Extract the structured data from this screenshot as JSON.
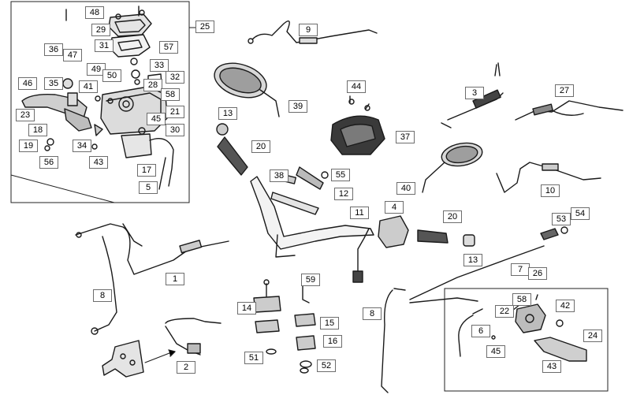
{
  "diagram": {
    "labels": [
      {
        "id": "48",
        "text": "48"
      },
      {
        "id": "29",
        "text": "29"
      },
      {
        "id": "25",
        "text": "25"
      },
      {
        "id": "31",
        "text": "31"
      },
      {
        "id": "57",
        "text": "57"
      },
      {
        "id": "36",
        "text": "36"
      },
      {
        "id": "47",
        "text": "47"
      },
      {
        "id": "33",
        "text": "33"
      },
      {
        "id": "49",
        "text": "49"
      },
      {
        "id": "50",
        "text": "50"
      },
      {
        "id": "32",
        "text": "32"
      },
      {
        "id": "35",
        "text": "35"
      },
      {
        "id": "46",
        "text": "46"
      },
      {
        "id": "41",
        "text": "41"
      },
      {
        "id": "28",
        "text": "28"
      },
      {
        "id": "58a",
        "text": "58"
      },
      {
        "id": "21",
        "text": "21"
      },
      {
        "id": "23",
        "text": "23"
      },
      {
        "id": "45a",
        "text": "45"
      },
      {
        "id": "30",
        "text": "30"
      },
      {
        "id": "18",
        "text": "18"
      },
      {
        "id": "19",
        "text": "19"
      },
      {
        "id": "34",
        "text": "34"
      },
      {
        "id": "56",
        "text": "56"
      },
      {
        "id": "43a",
        "text": "43"
      },
      {
        "id": "17",
        "text": "17"
      },
      {
        "id": "5",
        "text": "5"
      },
      {
        "id": "9",
        "text": "9"
      },
      {
        "id": "44",
        "text": "44"
      },
      {
        "id": "3",
        "text": "3"
      },
      {
        "id": "27",
        "text": "27"
      },
      {
        "id": "39",
        "text": "39"
      },
      {
        "id": "13a",
        "text": "13"
      },
      {
        "id": "20a",
        "text": "20"
      },
      {
        "id": "37",
        "text": "37"
      },
      {
        "id": "38",
        "text": "38"
      },
      {
        "id": "55",
        "text": "55"
      },
      {
        "id": "12",
        "text": "12"
      },
      {
        "id": "40",
        "text": "40"
      },
      {
        "id": "10",
        "text": "10"
      },
      {
        "id": "11",
        "text": "11"
      },
      {
        "id": "4",
        "text": "4"
      },
      {
        "id": "20b",
        "text": "20"
      },
      {
        "id": "53",
        "text": "53"
      },
      {
        "id": "54",
        "text": "54"
      },
      {
        "id": "13b",
        "text": "13"
      },
      {
        "id": "1",
        "text": "1"
      },
      {
        "id": "7",
        "text": "7"
      },
      {
        "id": "59",
        "text": "59"
      },
      {
        "id": "26",
        "text": "26"
      },
      {
        "id": "8a",
        "text": "8"
      },
      {
        "id": "14",
        "text": "14"
      },
      {
        "id": "15",
        "text": "15"
      },
      {
        "id": "58b",
        "text": "58"
      },
      {
        "id": "42",
        "text": "42"
      },
      {
        "id": "22",
        "text": "22"
      },
      {
        "id": "8b",
        "text": "8"
      },
      {
        "id": "6",
        "text": "6"
      },
      {
        "id": "16",
        "text": "16"
      },
      {
        "id": "24",
        "text": "24"
      },
      {
        "id": "45b",
        "text": "45"
      },
      {
        "id": "51",
        "text": "51"
      },
      {
        "id": "52",
        "text": "52"
      },
      {
        "id": "2",
        "text": "2"
      },
      {
        "id": "43b",
        "text": "43"
      }
    ]
  }
}
